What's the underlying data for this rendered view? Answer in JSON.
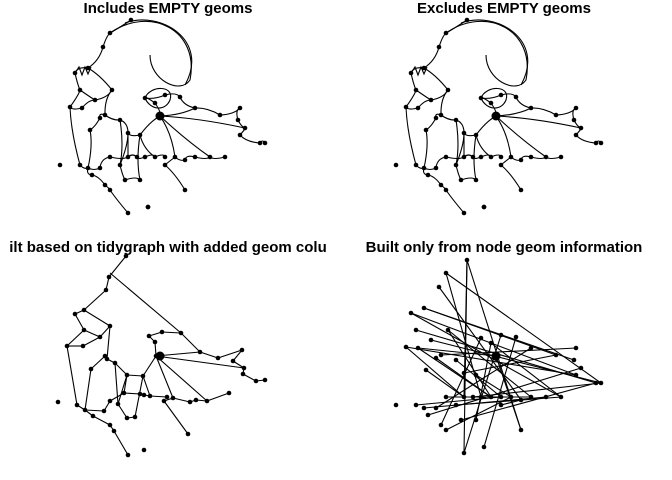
{
  "panels": [
    {
      "title": "Includes EMPTY geoms"
    },
    {
      "title": "Excludes EMPTY geoms"
    },
    {
      "title": "ilt based on tidygraph with added geom colu"
    },
    {
      "title": "Built only from node geom information"
    }
  ],
  "colors": {
    "ink": "#000000",
    "background": "#ffffff"
  }
}
